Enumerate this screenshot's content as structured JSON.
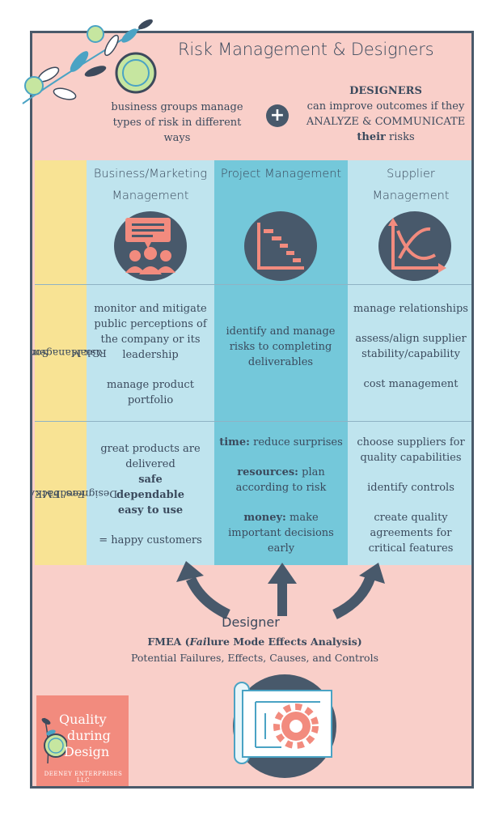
{
  "header": {
    "title": "Risk Management & Designers",
    "intro_left": "business groups manage types of risk in different ways",
    "plus_symbol": "+",
    "intro_right": {
      "line1": "DESIGNERS",
      "line2": "can improve outcomes if they",
      "line3": "ANALYZE & COMMUNICATE",
      "line4_bold": "their",
      "line4_rest": " risks"
    }
  },
  "columns": {
    "business": {
      "title": "Business/Marketing Management",
      "icon": "presentation-audience-icon",
      "goals": {
        "p1": "monitor and mitigate public perceptions of the company or its leadership",
        "p2": "manage product portfolio"
      },
      "feedback": {
        "p1": "great products are delivered",
        "b1": "safe",
        "b2": "dependable",
        "b3": "easy to use",
        "p2": "= happy customers"
      }
    },
    "project": {
      "title": "Project Management",
      "icon": "gantt-chart-icon",
      "goals": {
        "p1": "identify and manage risks to completing deliverables"
      },
      "feedback": {
        "k1": "time:",
        "v1": " reduce surprises",
        "k2": "resources:",
        "v2": " plan according to risk",
        "k3": "money:",
        "v3": " make important decisions early"
      }
    },
    "supplier": {
      "title": "Supplier Management",
      "icon": "trend-chart-icon",
      "goals": {
        "p1": "manage relationships",
        "p2": "assess/align supplier stability/capability",
        "p3": "cost management"
      },
      "feedback": {
        "p1": "choose suppliers for quality capabilities",
        "p2": "identify controls",
        "p3": "create quality agreements for critical features"
      }
    }
  },
  "row_labels": {
    "goals_line1": "Some",
    "goals_line2": "Risk Management",
    "goals_line3": "Goals",
    "feedback_line1": "Feedback from",
    "feedback_line2": "Designers’  FMEA"
  },
  "designer": {
    "title": "Designer",
    "fmea_pre": "FMEA (",
    "fmea_fai": "Fai",
    "fmea_mid": "lure Mode Effects Analysis",
    "fmea_post": ")",
    "line2": "Potential Failures, Effects, Causes, and Controls",
    "icon": "blueprint-gear-icon"
  },
  "logo": {
    "line1": "Quality",
    "line2": "during",
    "line3": "Design",
    "sub": "DEENEY ENTERPRISES LLC"
  },
  "colors": {
    "pink": "#f9cfc9",
    "light_blue": "#bfe4ee",
    "mid_blue": "#74c8da",
    "yellow": "#f8e394",
    "navy": "#48596b",
    "coral": "#f28b7e"
  }
}
